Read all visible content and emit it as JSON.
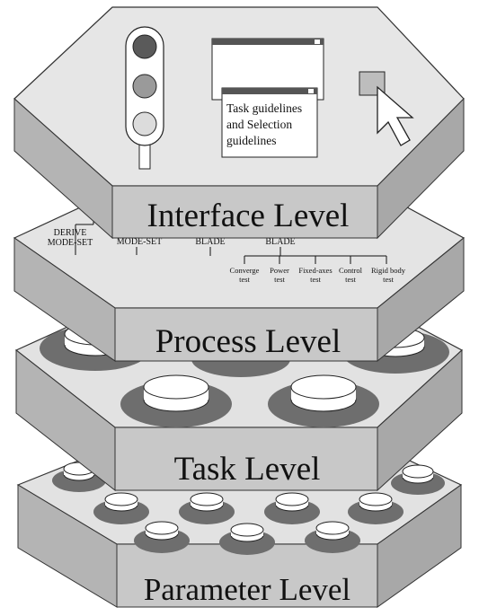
{
  "levels": {
    "interface": "Interface Level",
    "process": "Process Level",
    "task": "Task Level",
    "parameter": "Parameter Level"
  },
  "interface_window": {
    "line1": "Task guidelines",
    "line2": "and Selection",
    "line3": "guidelines"
  },
  "process_tree": {
    "derive_line1": "DERIVE",
    "derive_line2": "MODE-SET",
    "mode_set": "MODE-SET",
    "blade_1": "BLADE",
    "blade_2": "BLADE",
    "leaves": [
      {
        "l1": "Converge",
        "l2": "test"
      },
      {
        "l1": "Power",
        "l2": "test"
      },
      {
        "l1": "Fixed-axes",
        "l2": "test"
      },
      {
        "l1": "Control",
        "l2": "test"
      },
      {
        "l1": "Rigid body",
        "l2": "test"
      }
    ]
  },
  "traffic_light_colors": [
    "#5a5a5a",
    "#9a9a9a",
    "#dcdcdc"
  ]
}
